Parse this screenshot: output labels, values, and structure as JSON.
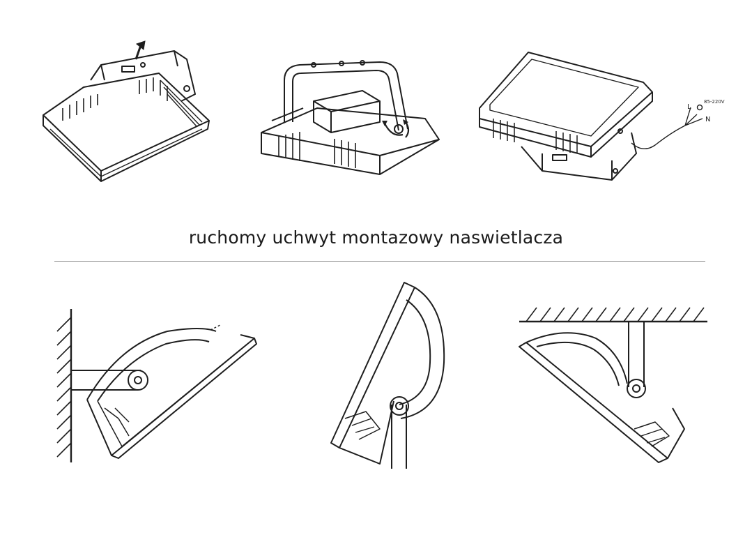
{
  "caption": "ruchomy uchwyt montazowy naswietlacza",
  "wiring": {
    "live": "L",
    "neutral": "N",
    "voltage": "85-220V"
  },
  "colors": {
    "ink": "#1e1e1e",
    "divider": "#8c8c8c",
    "background": "#ffffff"
  }
}
